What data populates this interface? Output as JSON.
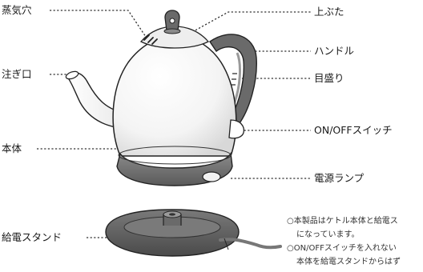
{
  "labels": {
    "steam_vent": "蒸気穴",
    "lid": "上ぶた",
    "handle": "ハンドル",
    "spout": "注ぎ口",
    "scale": "目盛り",
    "power_switch": "ON/OFFスイッチ",
    "body": "本体",
    "power_lamp": "電源ランプ",
    "power_base": "給電スタンド"
  },
  "notes": [
    "○本製品はケトル本体と給電ス",
    "になっています。",
    "○ON/OFFスイッチを入れない",
    "本体を給電スタンドからはず"
  ]
}
